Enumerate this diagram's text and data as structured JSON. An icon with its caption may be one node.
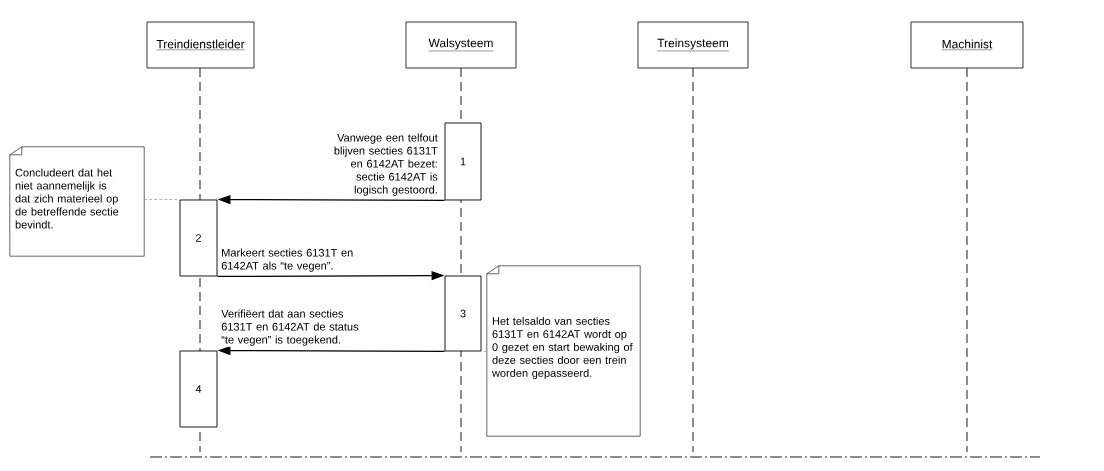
{
  "diagram": {
    "nodes": [
      {
        "text": [
          "Treindienstleider"
        ]
      },
      {
        "text": [
          "Walsysteem"
        ]
      },
      {
        "text": [
          "Treinsysteem"
        ]
      },
      {
        "text": [
          "Machinist"
        ]
      },
      {
        "text": [
          "1"
        ]
      },
      {
        "text": [
          "2"
        ]
      },
      {
        "text": [
          "3"
        ]
      },
      {
        "text": [
          "4"
        ]
      },
      {
        "text": [
          "Concludeert dat het niet aannemelijk is dat zich materieel op de betreffende sectie bevindt."
        ]
      },
      {
        "text": [
          "Het telsaldo van secties 6131T en 6142AT wordt op 0 gezet en start bewaking of deze secties door een trein worden gepasseerd."
        ]
      }
    ],
    "edges": [
      {
        "from": 4,
        "to": 5,
        "arrow": "to",
        "label": "Vanwege een telfout blijven secties 6131T en 6142AT bezet: sectie 6142AT is logisch gestoord."
      },
      {
        "from": 5,
        "to": 6,
        "arrow": "to",
        "label": "Markeert secties 6131T en 6142AT als “te vegen”."
      },
      {
        "from": 6,
        "to": 7,
        "arrow": "to",
        "label": "Verifiëert dat aan secties 6131T en 6142AT de status “te vegen” is toegekend."
      },
      {
        "from": 8,
        "to": 5,
        "arrow": "none",
        "style": "dashed",
        "color": "#808080"
      },
      {
        "from": 9,
        "to": 6,
        "arrow": "none",
        "style": "dashed",
        "color": "#808080"
      }
    ]
  }
}
